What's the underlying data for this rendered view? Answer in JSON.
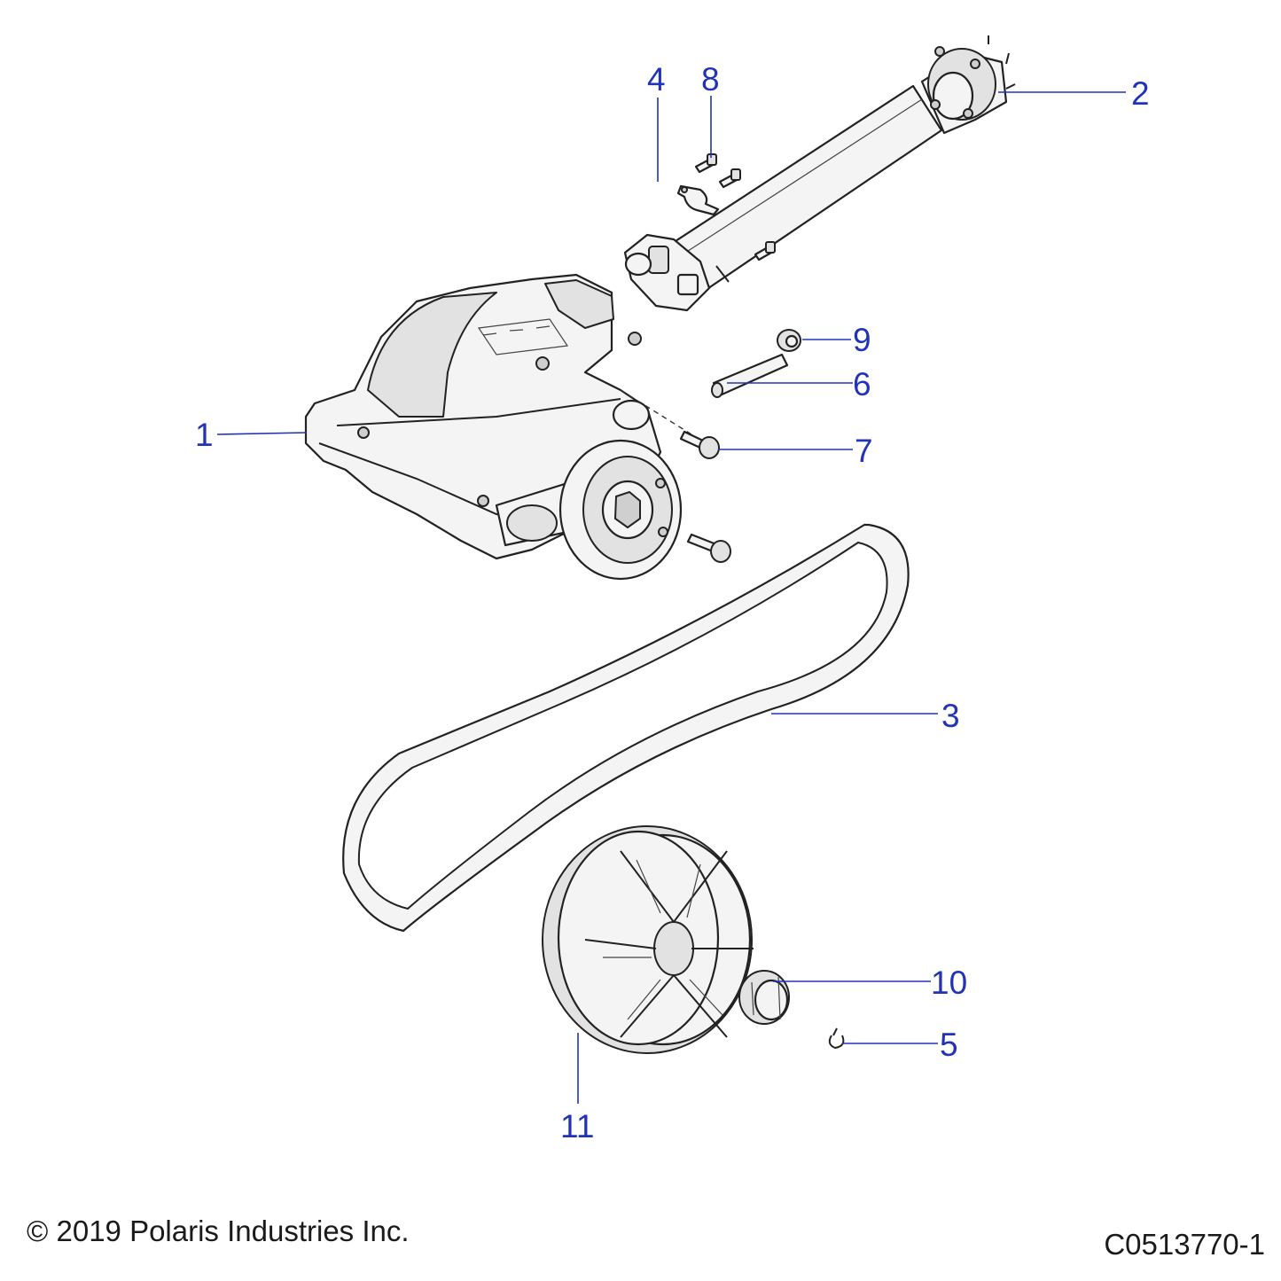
{
  "callouts": [
    {
      "id": "1",
      "label": "1"
    },
    {
      "id": "2",
      "label": "2"
    },
    {
      "id": "3",
      "label": "3"
    },
    {
      "id": "4",
      "label": "4"
    },
    {
      "id": "5",
      "label": "5"
    },
    {
      "id": "6",
      "label": "6"
    },
    {
      "id": "7",
      "label": "7"
    },
    {
      "id": "8",
      "label": "8"
    },
    {
      "id": "9",
      "label": "9"
    },
    {
      "id": "10",
      "label": "10"
    },
    {
      "id": "11",
      "label": "11"
    }
  ],
  "footer": {
    "copyright": "© 2019 Polaris Industries Inc.",
    "drawing_number": "C0513770-1"
  },
  "colors": {
    "callout": "#2233b8",
    "outline": "#222222"
  }
}
